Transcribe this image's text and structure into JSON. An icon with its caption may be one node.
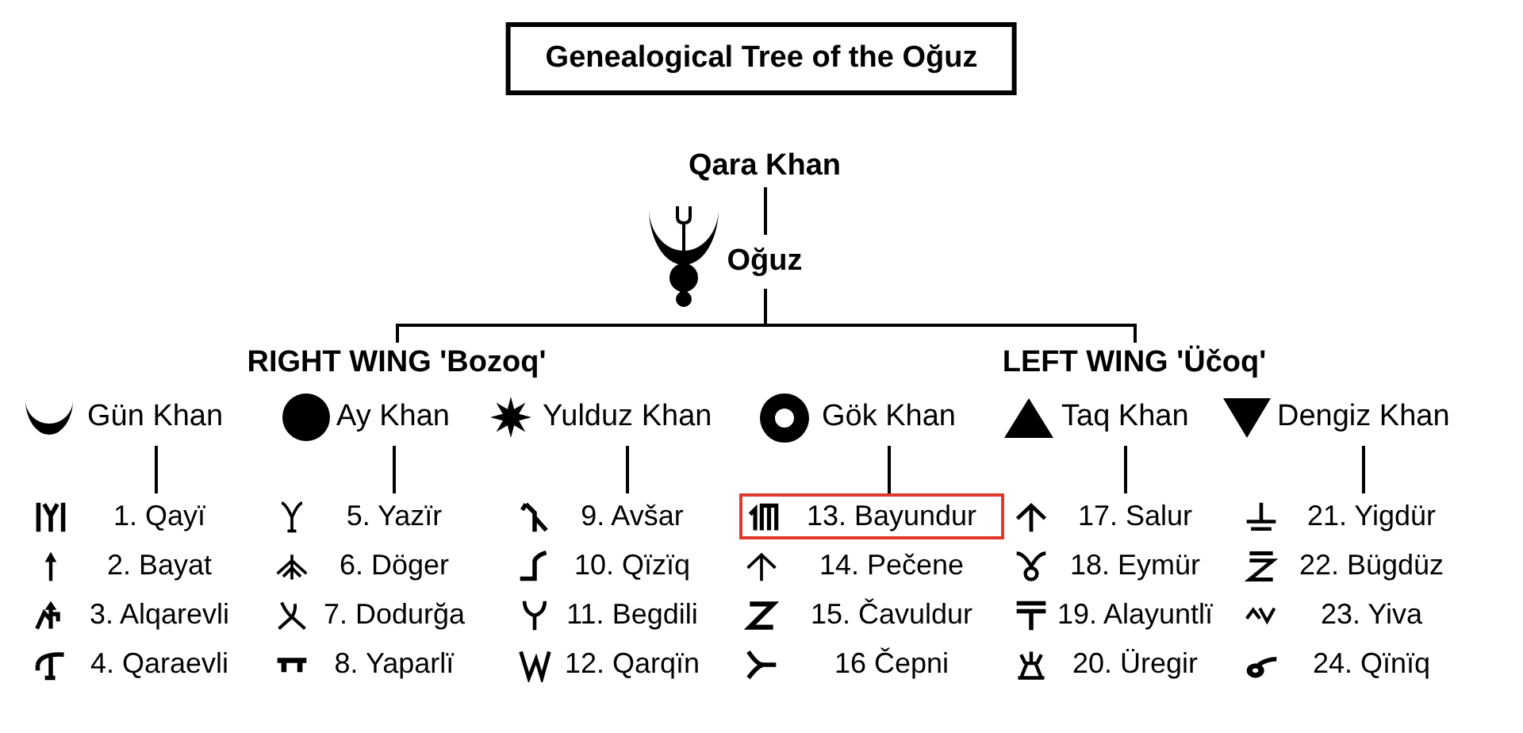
{
  "diagram": {
    "title": "Genealogical Tree of the Oğuz",
    "nodes": [
      {
        "text": [
          "Qara Khan"
        ]
      },
      {
        "text": [
          "Oğuz"
        ]
      },
      {
        "text": [
          "RIGHT WING 'Bozoq'"
        ]
      },
      {
        "text": [
          "LEFT WING 'Üčoq'"
        ]
      },
      {
        "text": [
          "Gün Khan"
        ]
      },
      {
        "text": [
          "Ay Khan"
        ]
      },
      {
        "text": [
          "Yulduz Khan"
        ]
      },
      {
        "text": [
          "Gök Khan"
        ]
      },
      {
        "text": [
          "Taq Khan"
        ]
      },
      {
        "text": [
          "Dengiz Khan"
        ]
      },
      {
        "text": [
          "1. Qayï"
        ]
      },
      {
        "text": [
          "2. Bayat"
        ]
      },
      {
        "text": [
          "3. Alqarevli"
        ]
      },
      {
        "text": [
          "4. Qaraevli"
        ]
      },
      {
        "text": [
          "5. Yazïr"
        ]
      },
      {
        "text": [
          "6. Döger"
        ]
      },
      {
        "text": [
          "7. Dodurğa"
        ]
      },
      {
        "text": [
          "8. Yaparlï"
        ]
      },
      {
        "text": [
          "9. Avšar"
        ]
      },
      {
        "text": [
          "10. Qïzïq"
        ]
      },
      {
        "text": [
          "11. Begdili"
        ]
      },
      {
        "text": [
          "12. Qarqïn"
        ]
      },
      {
        "text": [
          "13. Bayundur"
        ]
      },
      {
        "text": [
          "14. Pečene"
        ]
      },
      {
        "text": [
          "15. Čavuldur"
        ]
      },
      {
        "text": [
          "16 Čepni"
        ]
      },
      {
        "text": [
          "17. Salur"
        ]
      },
      {
        "text": [
          "18. Eymür"
        ]
      },
      {
        "text": [
          "19. Alayuntlï"
        ]
      },
      {
        "text": [
          "20. Üregir"
        ]
      },
      {
        "text": [
          "21. Yigdür"
        ]
      },
      {
        "text": [
          "22. Bügdüz"
        ]
      },
      {
        "text": [
          "23. Yiva"
        ]
      },
      {
        "text": [
          "24. Qïnïq"
        ]
      }
    ],
    "edges": [
      {
        "from": 0,
        "to": 1,
        "arrow": "none"
      },
      {
        "from": 1,
        "to": 2,
        "arrow": "none"
      },
      {
        "from": 1,
        "to": 3,
        "arrow": "none"
      },
      {
        "from": 4,
        "to": 10,
        "arrow": "none"
      },
      {
        "from": 5,
        "to": 14,
        "arrow": "none"
      },
      {
        "from": 6,
        "to": 18,
        "arrow": "none"
      },
      {
        "from": 7,
        "to": 22,
        "arrow": "none"
      },
      {
        "from": 8,
        "to": 26,
        "arrow": "none"
      },
      {
        "from": 9,
        "to": 30,
        "arrow": "none"
      }
    ]
  }
}
